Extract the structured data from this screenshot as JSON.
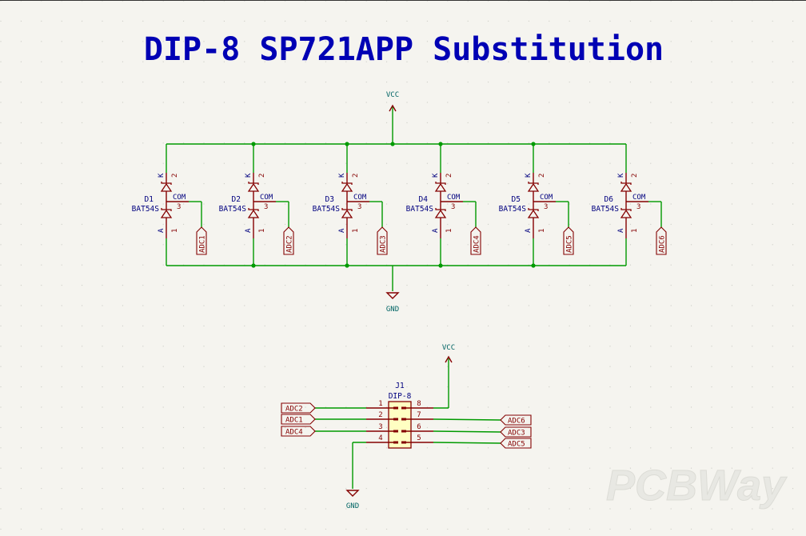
{
  "title": "DIP-8 SP721APP Substitution",
  "colors": {
    "background": "#f5f4ef",
    "wire": "#009a00",
    "symbol": "#840000",
    "text": "#00007f",
    "power_text": "#006464",
    "ic_fill": "#ffffc2",
    "watermark": "#e6e6e2"
  },
  "power": {
    "top_label": "VCC",
    "bottom_label": "GND",
    "connector_vcc": "VCC",
    "connector_gnd": "GND"
  },
  "diodes": [
    {
      "ref": "D1",
      "value": "BAT54S",
      "net": "ADC1",
      "pin_k": "K",
      "pin_k_num": "2",
      "pin_com": "COM",
      "pin_com_num": "3",
      "pin_a": "A",
      "pin_a_num": "1"
    },
    {
      "ref": "D2",
      "value": "BAT54S",
      "net": "ADC2",
      "pin_k": "K",
      "pin_k_num": "2",
      "pin_com": "COM",
      "pin_com_num": "3",
      "pin_a": "A",
      "pin_a_num": "1"
    },
    {
      "ref": "D3",
      "value": "BAT54S",
      "net": "ADC3",
      "pin_k": "K",
      "pin_k_num": "2",
      "pin_com": "COM",
      "pin_com_num": "3",
      "pin_a": "A",
      "pin_a_num": "1"
    },
    {
      "ref": "D4",
      "value": "BAT54S",
      "net": "ADC4",
      "pin_k": "K",
      "pin_k_num": "2",
      "pin_com": "COM",
      "pin_com_num": "3",
      "pin_a": "A",
      "pin_a_num": "1"
    },
    {
      "ref": "D5",
      "value": "BAT54S",
      "net": "ADC5",
      "pin_k": "K",
      "pin_k_num": "2",
      "pin_com": "COM",
      "pin_com_num": "3",
      "pin_a": "A",
      "pin_a_num": "1"
    },
    {
      "ref": "D6",
      "value": "BAT54S",
      "net": "ADC6",
      "pin_k": "K",
      "pin_k_num": "2",
      "pin_com": "COM",
      "pin_com_num": "3",
      "pin_a": "A",
      "pin_a_num": "1"
    }
  ],
  "connector": {
    "ref": "J1",
    "value": "DIP-8",
    "left_pins": [
      {
        "num": "1",
        "net": "ADC2"
      },
      {
        "num": "2",
        "net": "ADC1"
      },
      {
        "num": "3",
        "net": "ADC4"
      },
      {
        "num": "4",
        "net": "GND"
      }
    ],
    "right_pins": [
      {
        "num": "8",
        "net": "VCC"
      },
      {
        "num": "7",
        "net": "ADC6"
      },
      {
        "num": "6",
        "net": "ADC3"
      },
      {
        "num": "5",
        "net": "ADC5"
      }
    ]
  },
  "watermark": "PCBWay"
}
